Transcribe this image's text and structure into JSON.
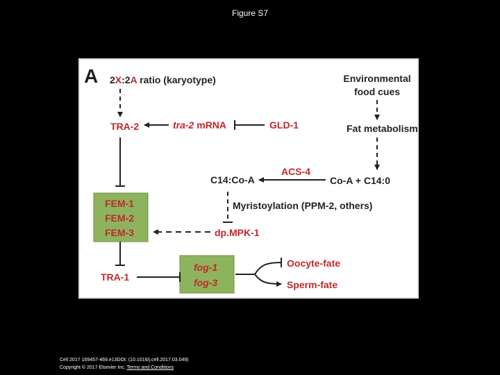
{
  "page": {
    "title": "Figure S7",
    "citation": "Cell 2017 169457-469.e13DOI: (10.1016/j.cell.2017.03.049)",
    "copyright": "Copyright © 2017 Elsevier Inc.",
    "terms_link": "Terms and Conditions"
  },
  "diagram": {
    "panel_letter": "A",
    "karyotype": {
      "prefix": "2",
      "x": "X",
      "mid": ":2",
      "a": "A",
      "suffix": " ratio (karyotype)"
    },
    "env_line1": "Environmental",
    "env_line2": "food cues",
    "tra2": "TRA-2",
    "tra2_mrna_italic": "tra-2",
    "tra2_mrna_rest": " mRNA",
    "gld1": "GLD-1",
    "fat_metabolism": "Fat metabolism",
    "c14coa": "C14:Co-A",
    "acs4": "ACS-4",
    "coa_c14": "Co-A + C14:0",
    "fem1": "FEM-1",
    "fem2": "FEM-2",
    "fem3": "FEM-3",
    "myristoylation": "Myristoylation (PPM-2, others)",
    "dpmpk1": "dp.MPK-1",
    "tra1": "TRA-1",
    "fog1": "fog-1",
    "fog3": "fog-3",
    "oocyte": "Oocyte-fate",
    "sperm": "Sperm-fate"
  },
  "colors": {
    "red": "#C0272D",
    "text": "#231F20",
    "green_box": "#8DB45D",
    "arrow": "#231F20"
  }
}
